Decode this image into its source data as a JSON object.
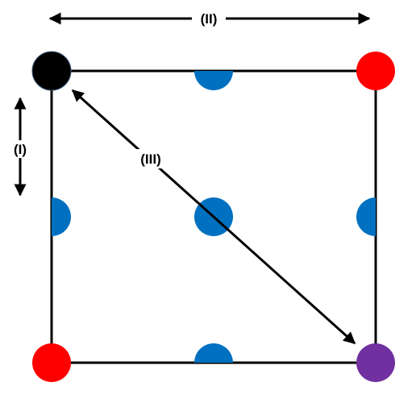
{
  "labels": {
    "vertical": "(I)",
    "horizontal": "(II)",
    "diagonal": "(III)"
  },
  "colors": {
    "frame": "#000000",
    "corner_top_left": "#000000",
    "corner_top_right": "#ff0000",
    "corner_bottom_left": "#ff0000",
    "corner_bottom_right": "#7030a0",
    "site": "#0070c0"
  }
}
